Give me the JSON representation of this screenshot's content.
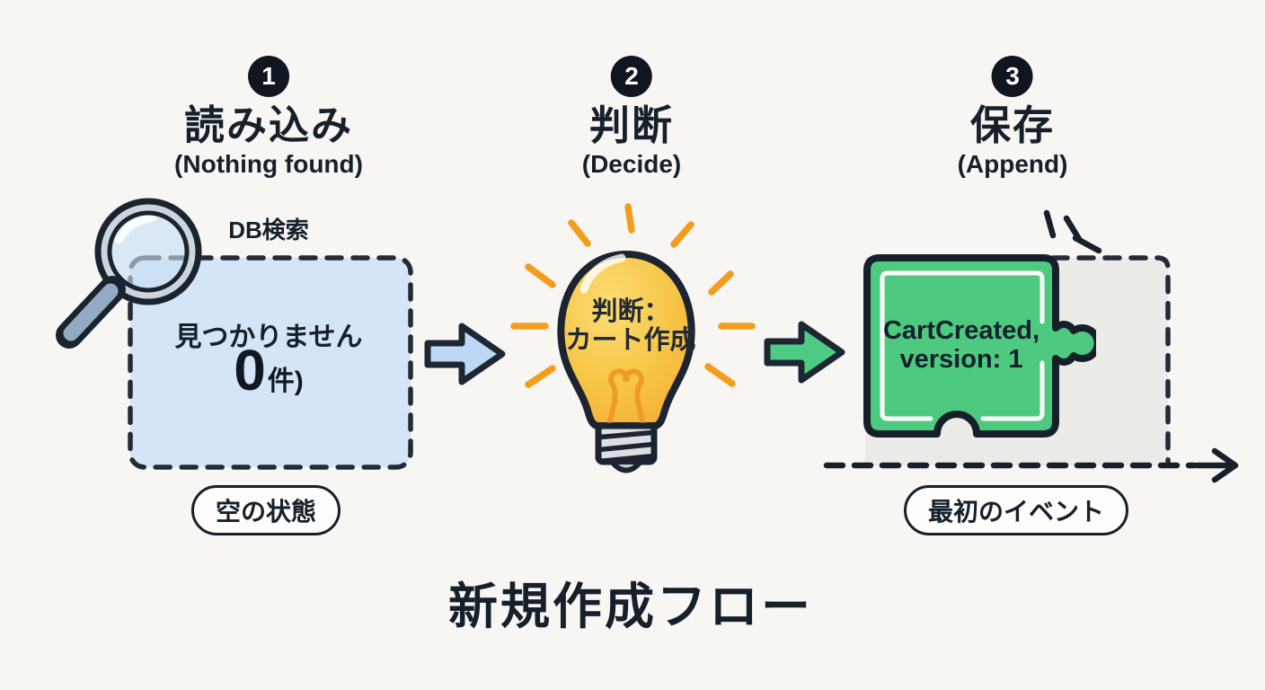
{
  "diagram_title": "新規作成フロー",
  "steps": [
    {
      "number": "1",
      "title": "読み込み",
      "subtitle": "(Nothing found)"
    },
    {
      "number": "2",
      "title": "判断",
      "subtitle": "(Decide)"
    },
    {
      "number": "3",
      "title": "保存",
      "subtitle": "(Append)"
    }
  ],
  "search": {
    "box_label": "DB検索",
    "result_text": "見つかりません",
    "count_value": "0",
    "count_suffix": "件)",
    "state_pill": "空の状態"
  },
  "decision": {
    "line1": "判断：",
    "line2": "カート作成"
  },
  "save": {
    "event_line1": "CartCreated,",
    "event_line2": "version: 1",
    "event_pill": "最初のイベント"
  },
  "icons": [
    "magnifier-icon",
    "lightbulb-icon",
    "puzzle-piece-icon",
    "arrow-right-blue-icon",
    "arrow-right-green-icon",
    "sparkle-icon",
    "dashed-timeline-arrow-icon"
  ],
  "colors": {
    "background": "#f7f6f3",
    "ink": "#15202b",
    "search_box_fill": "#d5e4f7",
    "arrow_blue": "#bdd8f4",
    "arrow_green": "#4ecb83",
    "puzzle_green": "#4dc980",
    "bulb_yellow": "#f7c646",
    "ray_orange": "#f49d1d",
    "event_zone_gray": "#ebebe8",
    "badge_black": "#10161f"
  }
}
